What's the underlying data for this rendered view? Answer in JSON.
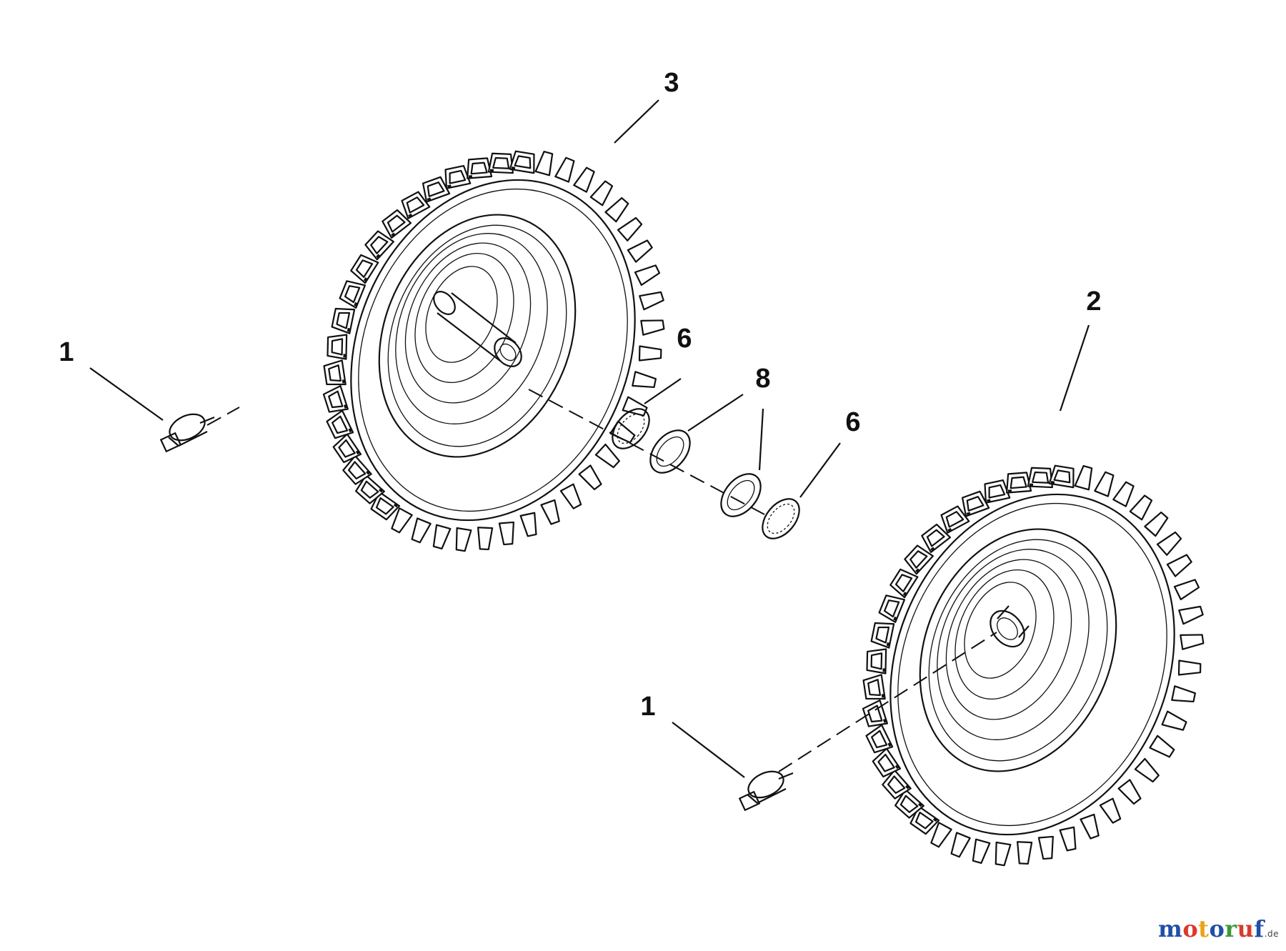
{
  "diagram": {
    "callouts": {
      "wheel_left": "3",
      "wheel_right": "2",
      "pin_left": "1",
      "pin_right": "1",
      "washer_a": "6",
      "washer_b": "8",
      "washer_c": "6"
    }
  },
  "watermark": {
    "letters": [
      "m",
      "o",
      "t",
      "o",
      "r",
      "u",
      "f"
    ],
    "colors": [
      "#1f4fa8",
      "#d93a2b",
      "#e8a317",
      "#1f4fa8",
      "#3a9a3a",
      "#d93a2b",
      "#1f4fa8"
    ],
    "tld": ".de"
  },
  "colors": {
    "line": "#111111",
    "background": "#ffffff"
  }
}
